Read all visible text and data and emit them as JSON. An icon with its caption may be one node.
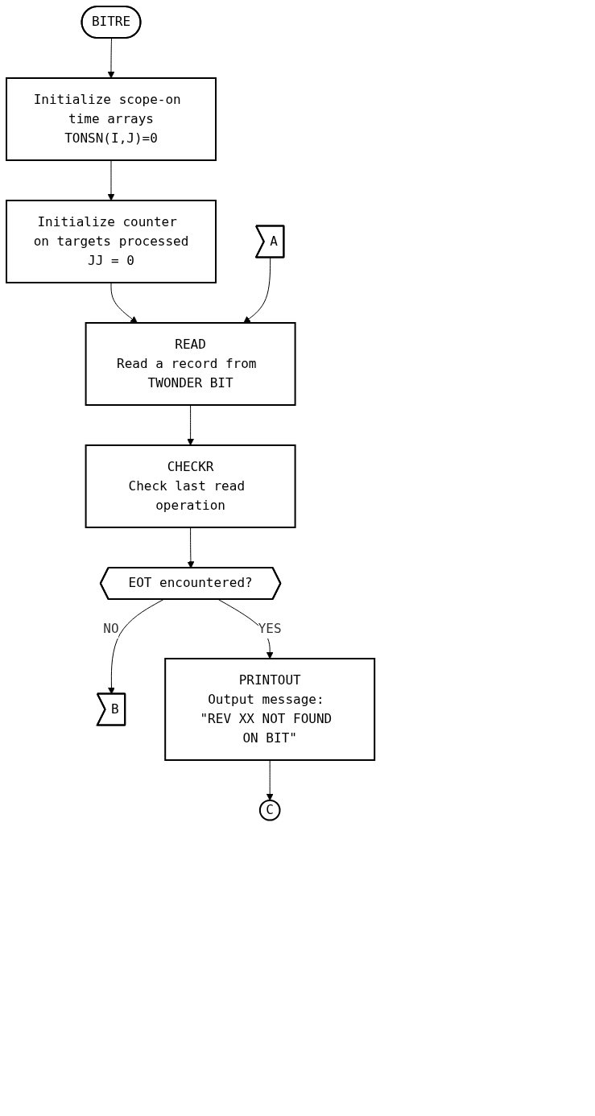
{
  "diagram": {
    "nodes": [
      {
        "text": [
          "BITRE"
        ]
      },
      {
        "text": [
          "Initialize scope-on time arrays",
          "TONSN(I,J)=0"
        ]
      },
      {
        "text": [
          "Initialize counter on targets processed",
          "JJ = 0"
        ]
      },
      {
        "text": [
          "A"
        ]
      },
      {
        "text": [
          "READ",
          "Read a record from TWONDER BIT"
        ]
      },
      {
        "text": [
          "CHECKR",
          "Check last read operation"
        ]
      },
      {
        "text": [
          "EOT encountered?"
        ]
      },
      {
        "text": [
          "B"
        ]
      },
      {
        "text": [
          "PRINTOUT",
          "Output message: \"REV XX NOT FOUND ON BIT\""
        ]
      },
      {
        "text": [
          "C"
        ]
      }
    ],
    "edges": [
      {
        "from": 0,
        "to": 1,
        "arrow": "to"
      },
      {
        "from": 1,
        "to": 2,
        "arrow": "to"
      },
      {
        "from": 2,
        "to": 4,
        "arrow": "to"
      },
      {
        "from": 3,
        "to": 4,
        "arrow": "to"
      },
      {
        "from": 4,
        "to": 5,
        "arrow": "to"
      },
      {
        "from": 5,
        "to": 6,
        "arrow": "to"
      },
      {
        "from": 6,
        "to": 7,
        "label": "NO",
        "arrow": "to"
      },
      {
        "from": 6,
        "to": 8,
        "label": "YES",
        "arrow": "to"
      },
      {
        "from": 8,
        "to": 9,
        "arrow": "to"
      }
    ]
  }
}
